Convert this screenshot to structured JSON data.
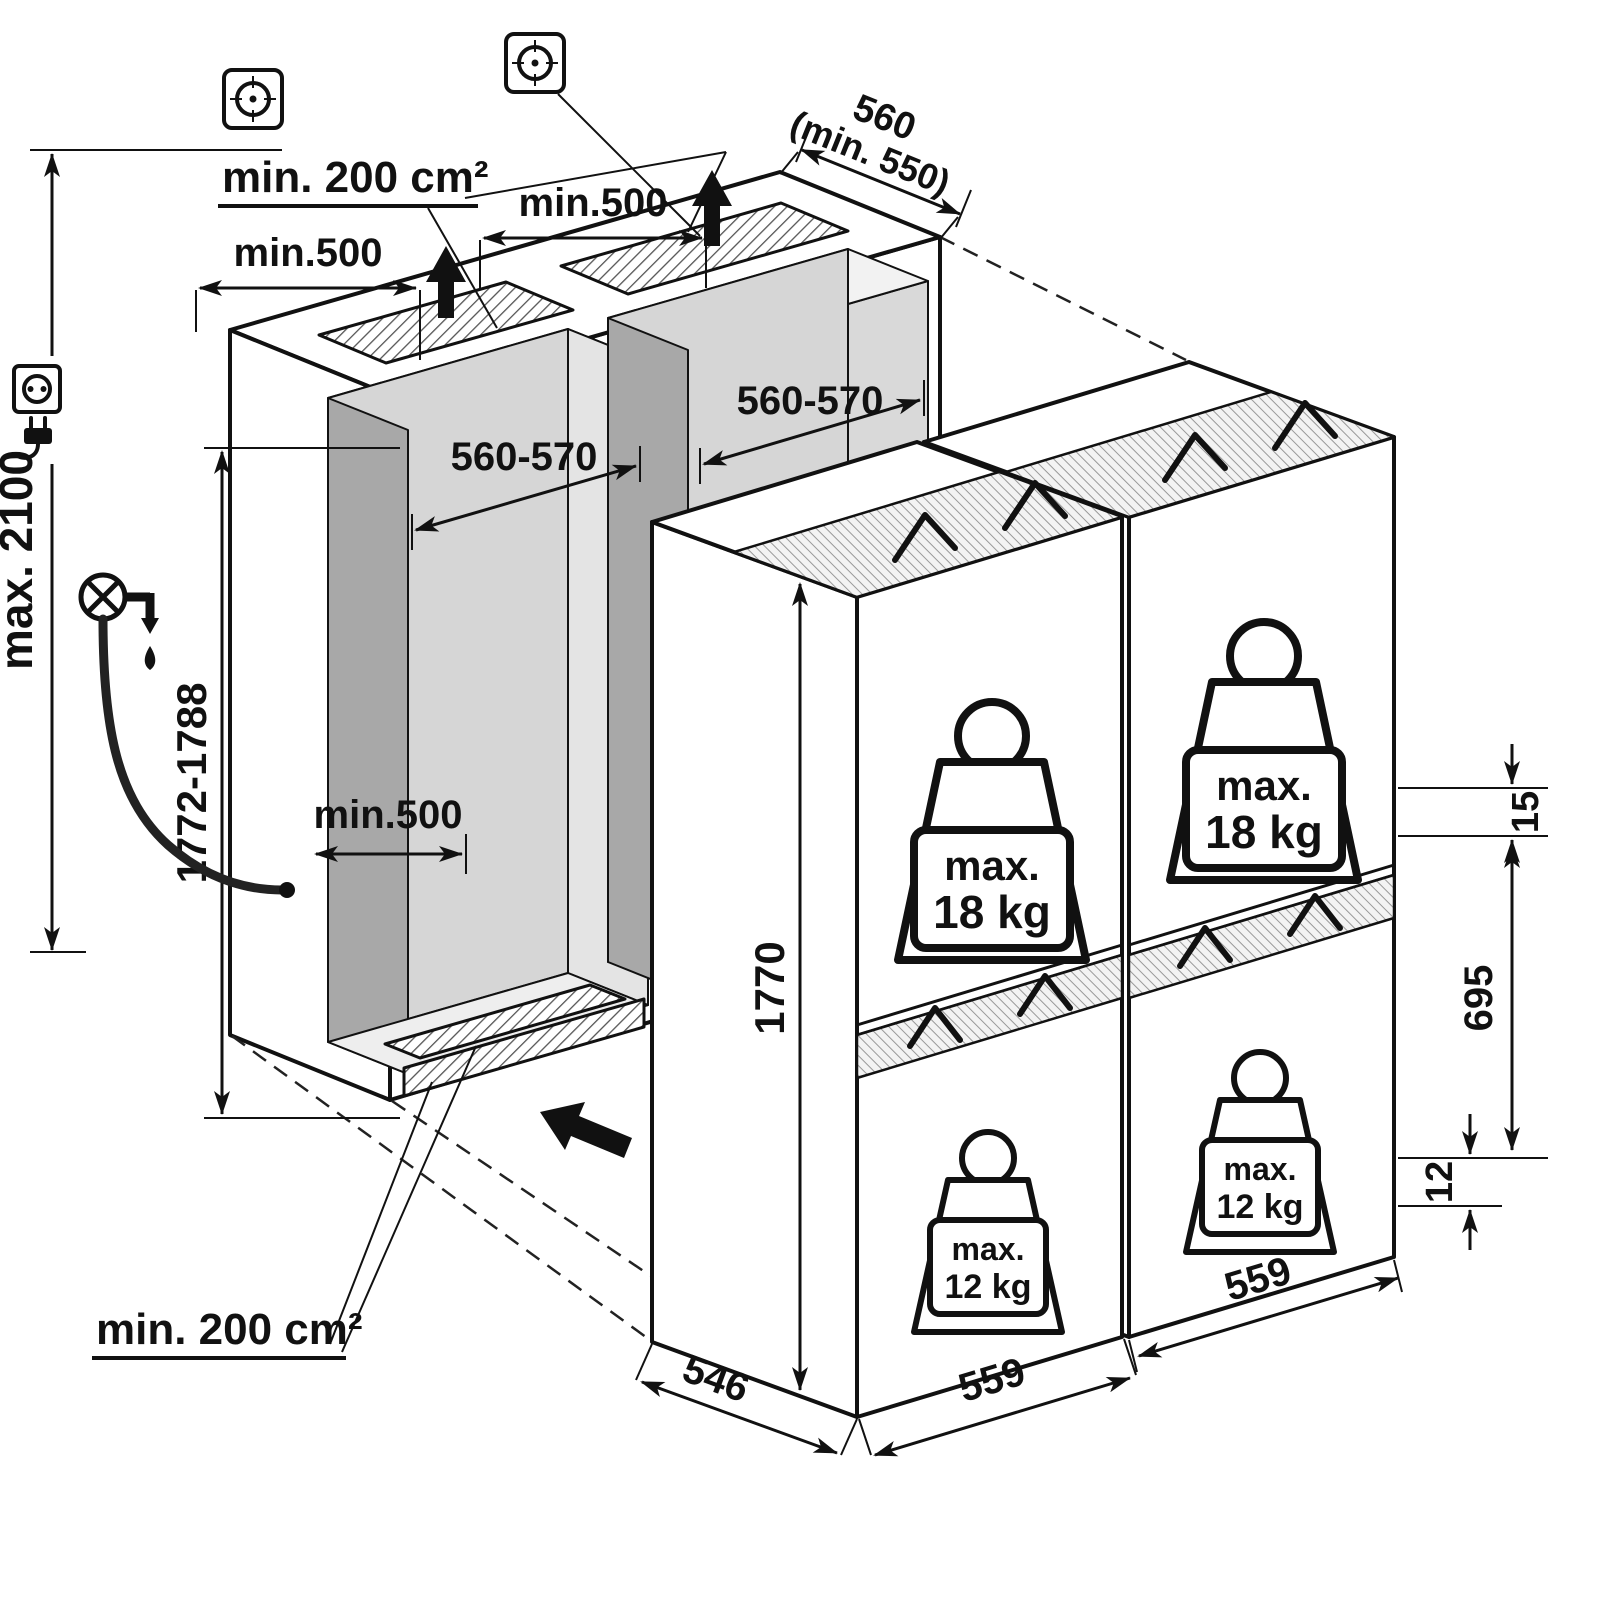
{
  "colors": {
    "line": "#111111",
    "interior_light": "#d9d9d9",
    "interior_mid": "#d6d6d6",
    "interior_dark": "#a8a8a8",
    "background": "#ffffff"
  },
  "labels": {
    "vent_area_top": "min. 200 cm²",
    "vent_area_bottom": "min. 200 cm²",
    "clearance_left": "min.500",
    "clearance_right": "min.500",
    "clearance_floor": "min.500",
    "depth_value": "560",
    "depth_min": "(min. 550)",
    "niche_width_front": "560-570",
    "niche_width_rear": "560-570",
    "overall_height": "max. 2100",
    "niche_height": "1772-1788",
    "appliance_height": "1770",
    "appliance_depth": "546",
    "appliance_width_front": "559",
    "appliance_width_rear": "559",
    "gap_top": "15",
    "door_height": "695",
    "gap_bottom": "12",
    "weight_max": "max.",
    "weight_upper": "18 kg",
    "weight_lower": "12 kg"
  },
  "icons": [
    "power-socket-icon",
    "power-plug-icon",
    "water-tap-icon",
    "water-drop-icon",
    "hose-connector-icon",
    "ceiling-fixture-icon",
    "airflow-up-arrow-icon",
    "base-airflow-arrow-icon",
    "weight-18kg-icon",
    "weight-12kg-icon"
  ]
}
